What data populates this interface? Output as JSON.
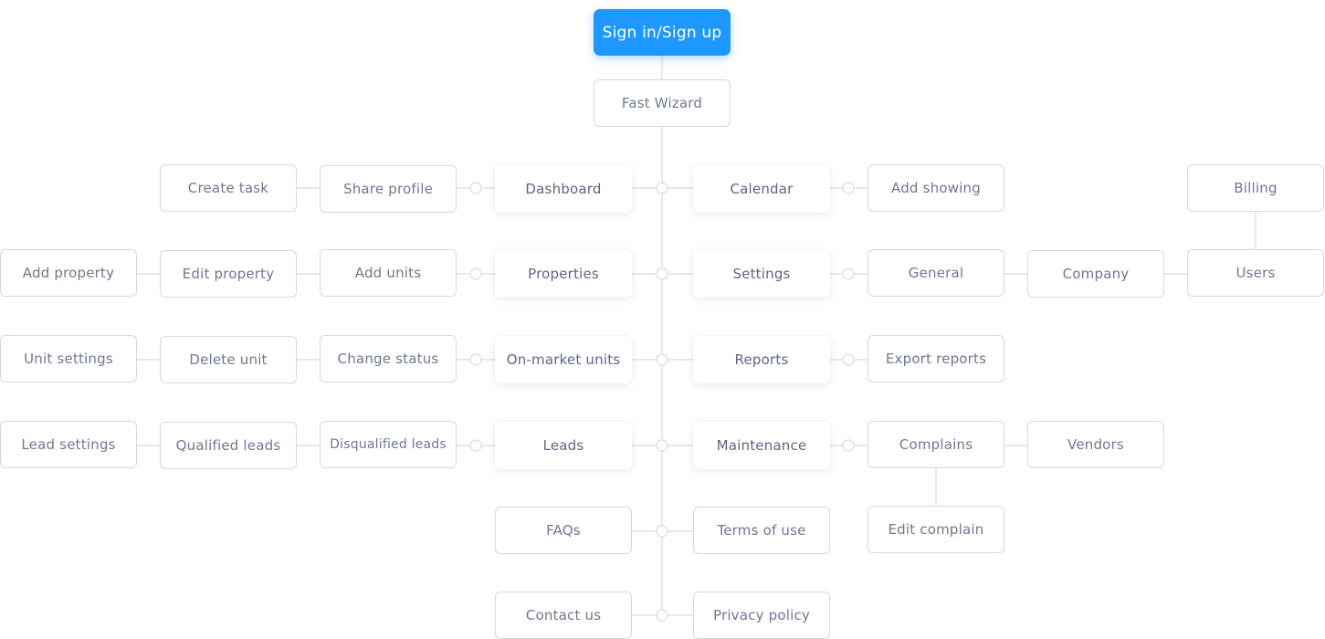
{
  "colors": {
    "primary": "#1e98ff",
    "line": "#d6dbe6",
    "node_border": "#d3d8e4",
    "text": "#6e7890"
  },
  "nodes": {
    "sign_in": "Sign in/Sign up",
    "fast_wizard": "Fast Wizard",
    "dashboard": "Dashboard",
    "calendar": "Calendar",
    "properties": "Properties",
    "settings": "Settings",
    "on_market_units": "On-market units",
    "reports": "Reports",
    "leads": "Leads",
    "maintenance": "Maintenance",
    "faqs": "FAQs",
    "terms_of_use": "Terms of use",
    "contact_us": "Contact us",
    "privacy_policy": "Privacy policy",
    "create_task": "Create task",
    "share_profile": "Share profile",
    "add_showing": "Add showing",
    "billing": "Billing",
    "add_property": "Add property",
    "edit_property": "Edit property",
    "add_units": "Add units",
    "general": "General",
    "company": "Company",
    "users": "Users",
    "unit_settings": "Unit settings",
    "delete_unit": "Delete unit",
    "change_status": "Change status",
    "export_reports": "Export reports",
    "lead_settings": "Lead settings",
    "qualified_leads": "Qualified leads",
    "disqualified_leads": "Disqualified leads",
    "complains": "Complains",
    "vendors": "Vendors",
    "edit_complain": "Edit complain"
  }
}
